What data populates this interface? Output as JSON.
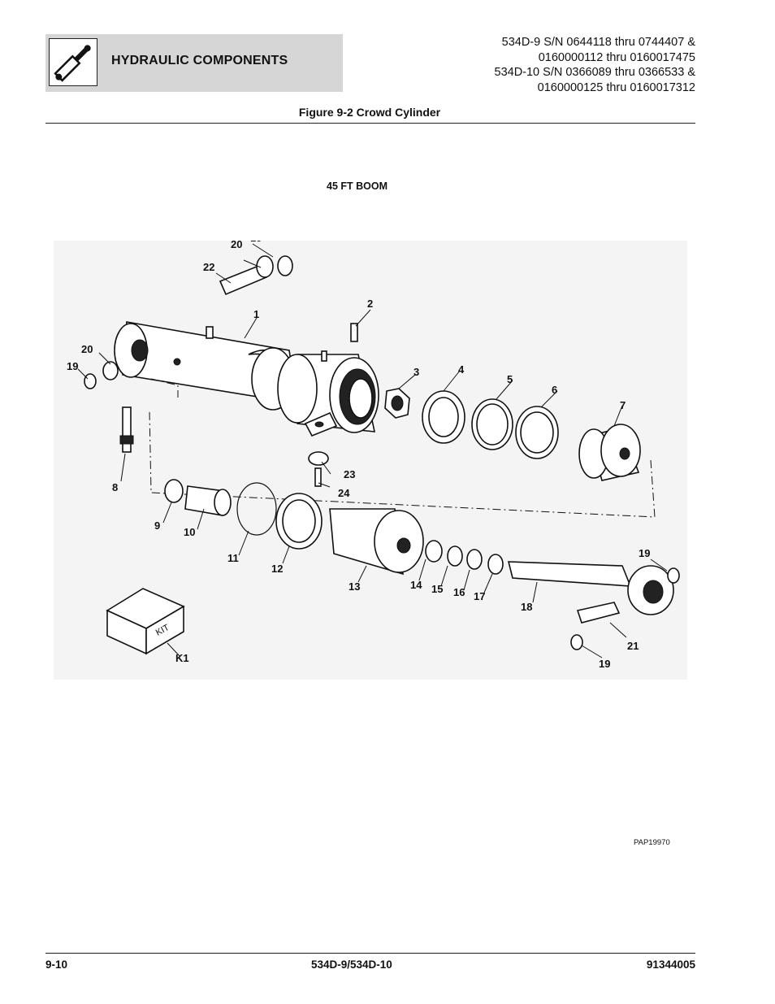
{
  "header": {
    "section_title": "HYDRAULIC COMPONENTS",
    "icon": "hydraulic-cylinder-icon",
    "serials": [
      "534D-9 S/N 0644118 thru 0744407 &",
      "0160000112 thru 0160017475",
      "534D-10 S/N 0366089 thru 0366533 &",
      "0160000125 thru 0160017312"
    ]
  },
  "figure": {
    "title": "Figure 9-2 Crowd Cylinder",
    "subtitle": "45 FT BOOM",
    "reference_code": "PAP19970",
    "kit_label": "KIT",
    "callouts": [
      "1",
      "2",
      "3",
      "4",
      "5",
      "6",
      "7",
      "8",
      "9",
      "10",
      "11",
      "12",
      "13",
      "14",
      "15",
      "16",
      "17",
      "18",
      "19",
      "20",
      "21",
      "22",
      "23",
      "24",
      "K1"
    ]
  },
  "footer": {
    "page_number": "9-10",
    "model": "534D-9/534D-10",
    "document_number": "91344005"
  }
}
